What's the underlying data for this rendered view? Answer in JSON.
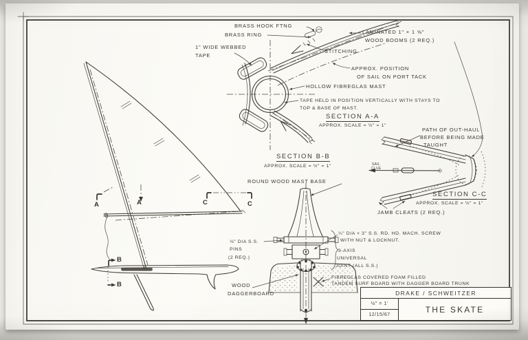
{
  "drawing": {
    "colors": {
      "ink": "#3b3831",
      "paper": "#fcfbf7"
    },
    "callouts": {
      "brass_hook_ftng": "BRASS HOOK FTNG",
      "brass_ring": "BRASS RING",
      "webbed_tape_line1": "1\" WIDE WEBBED",
      "webbed_tape_line2": "TAPE",
      "laminated_booms_line1": "LAMINATED  1\" × 1 ⅝\"",
      "laminated_booms_line2": "WOOD BOOMS  (2 REQ.)",
      "stitching": "STITCHING",
      "sail_position_line1": "APPROX. POSITION",
      "sail_position_line2": "OF SAIL ON PORT TACK",
      "hollow_mast": "HOLLOW FIBREGLAS MAST",
      "tape_held_line1": "TAPE HELD IN POSITION VERTICALLY WITH STAYS TO",
      "tape_held_line2": "TOP & BASE OF MAST.",
      "path_outhaul_line1": "PATH OF OUT-HAUL",
      "path_outhaul_line2": "BEFORE BEING MADE",
      "path_outhaul_line3": "TAUGHT",
      "sail_clue_line1": "SAIL",
      "sail_clue_line2": "CLUE",
      "jamb_cleats": "JAMB CLEATS  (2 REQ.)",
      "round_mast_base": "ROUND WOOD MAST BASE",
      "pins_line1": "⅛\" DIA S.S.",
      "pins_line2": "PINS",
      "pins_line3": "(2 REQ.)",
      "machine_screw_line1": "¼\" DIA × 3\" S.S. RD. HD. MACH. SCREW",
      "machine_screw_line2": "WITH NUT & LOCKNUT.",
      "universal_joint_line1": "3-AXIS",
      "universal_joint_line2": "UNIVERSAL",
      "universal_joint_line3": "JOINT (ALL S.S.)",
      "wood_daggerboard_line1": "WOOD",
      "wood_daggerboard_line2": "DAGGERBOARD",
      "surfboard_line1": "FIBREGLAS COVERED FOAM FILLED",
      "surfboard_line2": "TANDEM SURF BOARD WITH DAGGER BOARD TRUNK"
    },
    "sections": {
      "a": {
        "title": "SECTION A-A",
        "scale": "APPROX. SCALE = ½\" = 1\""
      },
      "b": {
        "title": "SECTION B-B",
        "scale": "APPROX. SCALE = ½\" = 1\""
      },
      "c": {
        "title": "SECTION C-C",
        "scale": "APPROX. SCALE = ½\" = 1\""
      }
    },
    "markers": {
      "a": "A",
      "b": "B",
      "c": "C"
    },
    "title_block": {
      "designer": "DRAKE / SCHWEITZER",
      "drawing_title": "THE SKATE",
      "scale": "½\" = 1'",
      "date": "12/15/67"
    }
  }
}
